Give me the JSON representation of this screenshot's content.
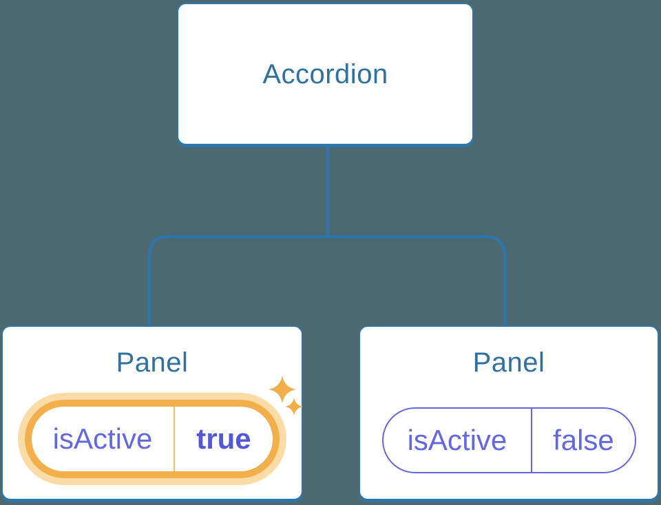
{
  "colors": {
    "background": "#4C6870",
    "node_border_blue": "#2F76A8",
    "node_text_blue": "#30719F",
    "state_purple": "#6468DE",
    "state_value_purple": "#5458D8",
    "highlight_orange": "#F4AF4D",
    "highlight_glow": "#FBDCA6",
    "highlight_divider": "#F5BC64",
    "sparkle_orange": "#F4AD4B",
    "node_bg": "#FFFFFF"
  },
  "tree": {
    "root": {
      "label": "Accordion"
    },
    "children": [
      {
        "label": "Panel",
        "state": {
          "key": "isActive",
          "value": "true"
        },
        "highlighted": true,
        "icons": [
          "sparkle-icon",
          "sparkle-icon"
        ]
      },
      {
        "label": "Panel",
        "state": {
          "key": "isActive",
          "value": "false"
        },
        "highlighted": false
      }
    ]
  }
}
